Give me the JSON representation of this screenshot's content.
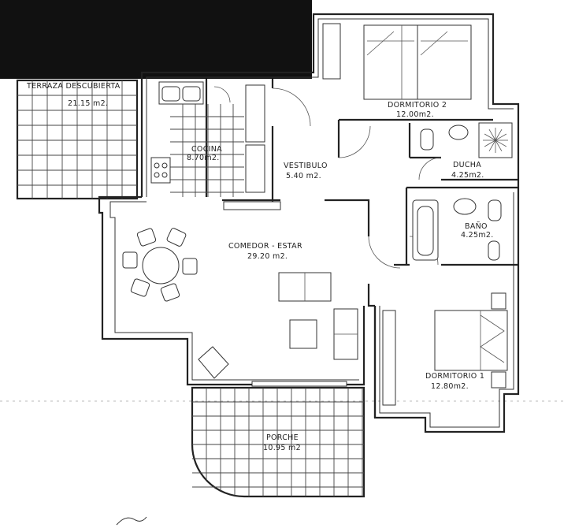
{
  "rooms": {
    "terraza": {
      "name": "TERRAZA DESCUBIERTA",
      "area": "21.15 m2."
    },
    "cocina": {
      "name": "COCINA",
      "area": "8.70m2."
    },
    "vestibulo": {
      "name": "VESTIBULO",
      "area": "5.40 m2."
    },
    "dormitorio2": {
      "name": "DORMITORIO 2",
      "area": "12.00m2."
    },
    "ducha": {
      "name": "DUCHA",
      "area": "4.25m2."
    },
    "bano": {
      "name": "BAÑO",
      "area": "4.25m2."
    },
    "comedor": {
      "name": "COMEDOR - ESTAR",
      "area": "29.20 m2."
    },
    "dormitorio1": {
      "name": "DORMITORIO 1",
      "area": "12.80m2."
    },
    "porche": {
      "name": "PORCHE",
      "area": "10.95 m2"
    }
  }
}
